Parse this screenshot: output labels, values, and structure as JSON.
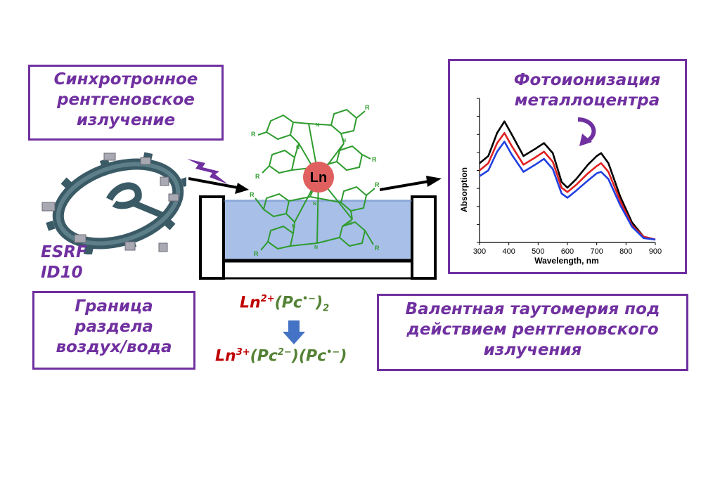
{
  "boxes": {
    "synchrotron": [
      "Синхротронное",
      "рентгеновское",
      "излучение"
    ],
    "photoionization": [
      "Фотоионизация",
      "металлоцентра"
    ],
    "interface": [
      "Граница",
      "раздела",
      "воздух/вода"
    ],
    "tautomerism": [
      "Валентная таутомерия под",
      "действием рентгеновского",
      "излучения"
    ]
  },
  "facility": [
    "ESRF",
    "ID10"
  ],
  "molecule": {
    "center_label": "Ln",
    "substituent_label": "R",
    "ring_atom": "N"
  },
  "formula_top": {
    "ln": "Ln",
    "ln_charge": "2+",
    "pc_open": "(Pc",
    "pc_charge": "•−",
    "pc_close": ")",
    "count": "2"
  },
  "formula_bottom": {
    "ln": "Ln",
    "ln_charge": "3+",
    "pc1_open": "(Pc",
    "pc1_charge": "2−",
    "pc1_close": ")",
    "pc2_open": "(Pc",
    "pc2_charge": "•−",
    "pc2_close": ")"
  },
  "colors": {
    "box_border": "#7030a0",
    "text_purple": "#7030a0",
    "formula_red": "#c00000",
    "formula_green": "#548235",
    "molecule_green": "#2e9c2e",
    "ln_circle": "#e06060",
    "water": "#a8bfe8",
    "down_arrow": "#4472c4",
    "lightning": "#7030a0",
    "ring": "#3a5a66"
  },
  "chart_data": {
    "type": "line",
    "xlabel": "Wavelength, nm",
    "ylabel": "Absorption",
    "xlim": [
      300,
      900
    ],
    "xticks": [
      "300",
      "400",
      "500",
      "600",
      "700",
      "800",
      "900"
    ],
    "series": [
      {
        "color": "#000000",
        "x": [
          300,
          330,
          360,
          385,
          410,
          450,
          490,
          520,
          550,
          580,
          600,
          630,
          670,
          700,
          715,
          740,
          780,
          820,
          860,
          900
        ],
        "y": [
          0.55,
          0.6,
          0.76,
          0.84,
          0.75,
          0.6,
          0.65,
          0.69,
          0.62,
          0.42,
          0.38,
          0.44,
          0.54,
          0.6,
          0.62,
          0.55,
          0.32,
          0.14,
          0.04,
          0.02
        ]
      },
      {
        "color": "#e02020",
        "x": [
          300,
          330,
          360,
          385,
          410,
          450,
          490,
          520,
          550,
          580,
          600,
          630,
          670,
          700,
          715,
          740,
          780,
          820,
          860,
          900
        ],
        "y": [
          0.5,
          0.55,
          0.69,
          0.76,
          0.67,
          0.54,
          0.59,
          0.63,
          0.56,
          0.38,
          0.35,
          0.4,
          0.48,
          0.53,
          0.55,
          0.49,
          0.29,
          0.12,
          0.04,
          0.02
        ]
      },
      {
        "color": "#1f3fe0",
        "x": [
          300,
          330,
          360,
          385,
          410,
          450,
          490,
          520,
          550,
          580,
          600,
          630,
          670,
          700,
          715,
          740,
          780,
          820,
          860,
          900
        ],
        "y": [
          0.46,
          0.5,
          0.63,
          0.7,
          0.61,
          0.49,
          0.54,
          0.58,
          0.51,
          0.34,
          0.31,
          0.36,
          0.43,
          0.48,
          0.49,
          0.44,
          0.26,
          0.11,
          0.03,
          0.02
        ]
      }
    ]
  }
}
